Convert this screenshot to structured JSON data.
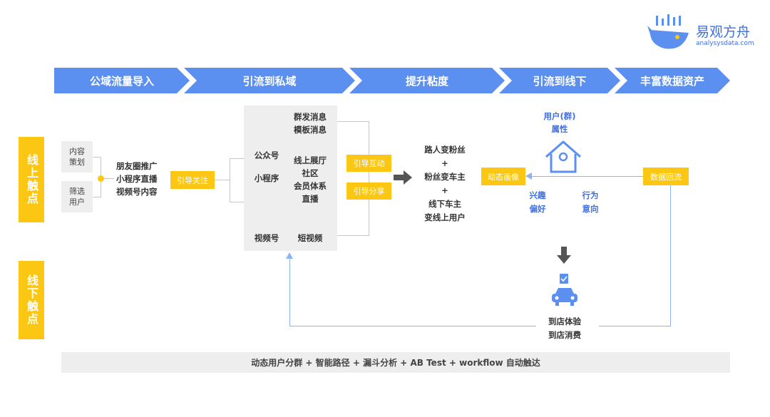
{
  "brand": {
    "name": "易观方舟",
    "domain": "analysysdata.com"
  },
  "stages": [
    "公域流量导入",
    "引流到私域",
    "提升粘度",
    "引流到线下",
    "丰富数据资产"
  ],
  "side_labels": {
    "online": "线上触点",
    "offline": "线下触点"
  },
  "content_boxes": [
    "内容策划",
    "筛选用户"
  ],
  "channels": [
    "朋友圈推广",
    "小程序直播",
    "视频号内容"
  ],
  "tag_follow": "引导关注",
  "private_domain": {
    "left": [
      "公众号",
      "小程序",
      "视频号"
    ],
    "right_top": [
      "群发消息",
      "模板消息"
    ],
    "right_mid": [
      "线上展厅",
      "社区",
      "会员体系",
      "直播"
    ],
    "right_bottom": "短视频"
  },
  "tag_interact": "引导互动",
  "tag_share": "引导分享",
  "conversion": [
    "路人变粉丝",
    "+",
    "粉丝变车主",
    "+",
    "线下车主",
    "变线上用户"
  ],
  "user_attr": [
    "用户(群)",
    "属性"
  ],
  "tag_portrait": "动态画像",
  "tag_backflow": "数据回流",
  "interests": {
    "a1": "兴趣",
    "a2": "偏好",
    "b1": "行为",
    "b2": "意向"
  },
  "store": [
    "到店体验",
    "到店消费"
  ],
  "footer": "动态用户分群 + 智能路径 + 漏斗分析 + AB Test + workflow 自动触达",
  "colors": {
    "blue": "#5b8ff0",
    "yellow": "#fbc712",
    "gray": "#eeeeee"
  }
}
